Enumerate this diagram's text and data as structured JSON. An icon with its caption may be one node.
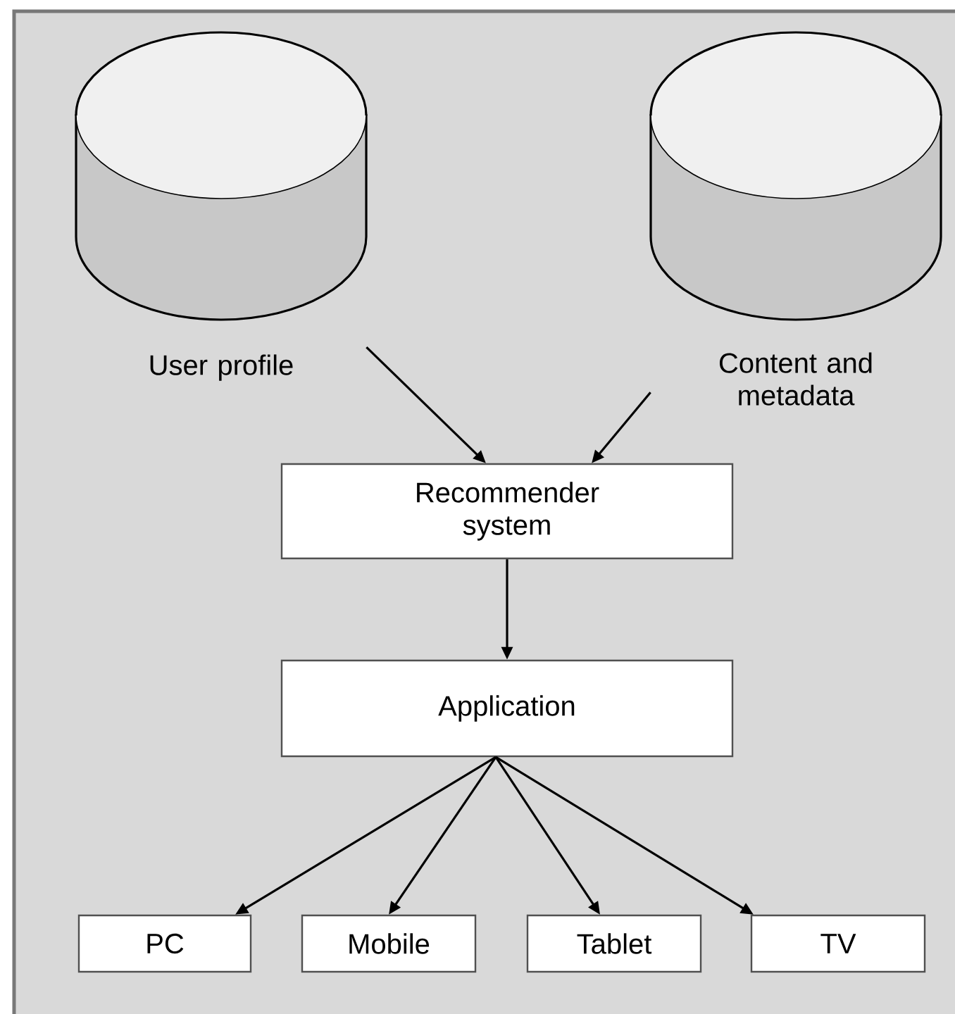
{
  "diagram": {
    "nodes": [
      {
        "text": [
          "User profile"
        ]
      },
      {
        "text": [
          "Content and metadata"
        ]
      },
      {
        "text": [
          "Recommender system"
        ]
      },
      {
        "text": [
          "Application"
        ]
      },
      {
        "text": [
          "PC"
        ]
      },
      {
        "text": [
          "Mobile"
        ]
      },
      {
        "text": [
          "Tablet"
        ]
      },
      {
        "text": [
          "TV"
        ]
      }
    ],
    "edges": [
      {
        "from": 0,
        "to": 2,
        "arrow": "to"
      },
      {
        "from": 1,
        "to": 2,
        "arrow": "to"
      },
      {
        "from": 2,
        "to": 3,
        "arrow": "to"
      },
      {
        "from": 3,
        "to": 4,
        "arrow": "to"
      },
      {
        "from": 3,
        "to": 5,
        "arrow": "to"
      },
      {
        "from": 3,
        "to": 6,
        "arrow": "to"
      },
      {
        "from": 3,
        "to": 7,
        "arrow": "to"
      }
    ]
  }
}
